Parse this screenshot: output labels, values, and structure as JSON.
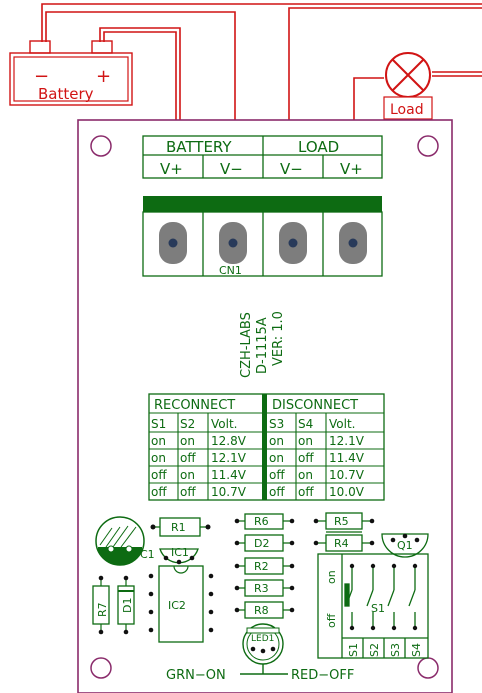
{
  "battery": {
    "label": "Battery",
    "minus": "−",
    "plus": "+"
  },
  "load": {
    "label": "Load"
  },
  "terminal_block": {
    "battery_header": "BATTERY",
    "load_header": "LOAD",
    "pins": [
      "V+",
      "V−",
      "V−",
      "V+"
    ],
    "connector_ref": "CN1"
  },
  "board_info": {
    "maker": "CZH-LABS",
    "model": "D-1115A",
    "version": "VER: 1.0"
  },
  "table": {
    "reconnect_header": "RECONNECT",
    "disconnect_header": "DISCONNECT",
    "columns": [
      "S1",
      "S2",
      "Volt.",
      "S3",
      "S4",
      "Volt."
    ],
    "rows": [
      [
        "on",
        "on",
        "12.8V",
        "on",
        "on",
        "12.1V"
      ],
      [
        "on",
        "off",
        "12.1V",
        "on",
        "off",
        "11.4V"
      ],
      [
        "off",
        "on",
        "11.4V",
        "off",
        "on",
        "10.7V"
      ],
      [
        "off",
        "off",
        "10.7V",
        "off",
        "off",
        "10.0V"
      ]
    ]
  },
  "components": {
    "r1": "R1",
    "c1": "C1",
    "ic1": "IC1",
    "ic2": "IC2",
    "r7": "R7",
    "d1": "D1",
    "r6": "R6",
    "d2": "D2",
    "r2": "R2",
    "r3": "R3",
    "r8": "R8",
    "r5": "R5",
    "r4": "R4",
    "q1": "Q1",
    "led1": "LED1",
    "s1": "S1"
  },
  "dip_switch": {
    "on_label": "on",
    "off_label": "off",
    "switch_labels": [
      "S1",
      "S2",
      "S3",
      "S4"
    ]
  },
  "led_legend": {
    "green": "GRN−ON",
    "red": "RED−OFF"
  },
  "colors": {
    "wire": "#d11414",
    "board_outline": "#8a2b6b",
    "silkscreen": "#0d6b12",
    "terminal_body": "#7d7d7d",
    "terminal_screw": "#283a5a"
  }
}
